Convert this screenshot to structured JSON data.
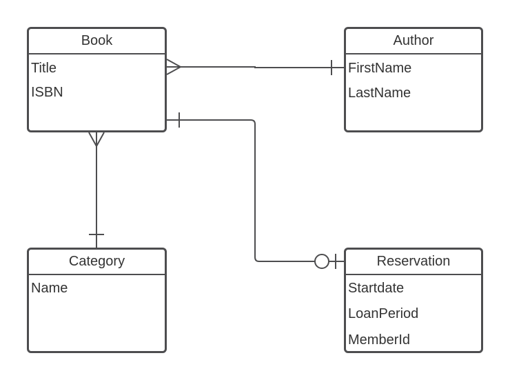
{
  "entities": {
    "book": {
      "name": "Book",
      "attributes": [
        "Title",
        "ISBN"
      ]
    },
    "author": {
      "name": "Author",
      "attributes": [
        "FirstName",
        "LastName"
      ]
    },
    "category": {
      "name": "Category",
      "attributes": [
        "Name"
      ]
    },
    "reservation": {
      "name": "Reservation",
      "attributes": [
        "Startdate",
        "LoanPeriod",
        "MemberId"
      ]
    }
  },
  "relationships": [
    {
      "from": "Book",
      "to": "Author",
      "from_cardinality": "many",
      "to_cardinality": "one"
    },
    {
      "from": "Book",
      "to": "Category",
      "from_cardinality": "many",
      "to_cardinality": "one"
    },
    {
      "from": "Book",
      "to": "Reservation",
      "from_cardinality": "one",
      "to_cardinality": "zero-or-one"
    }
  ],
  "colors": {
    "line": "#4d4d4f",
    "text": "#333333",
    "background": "#ffffff"
  }
}
